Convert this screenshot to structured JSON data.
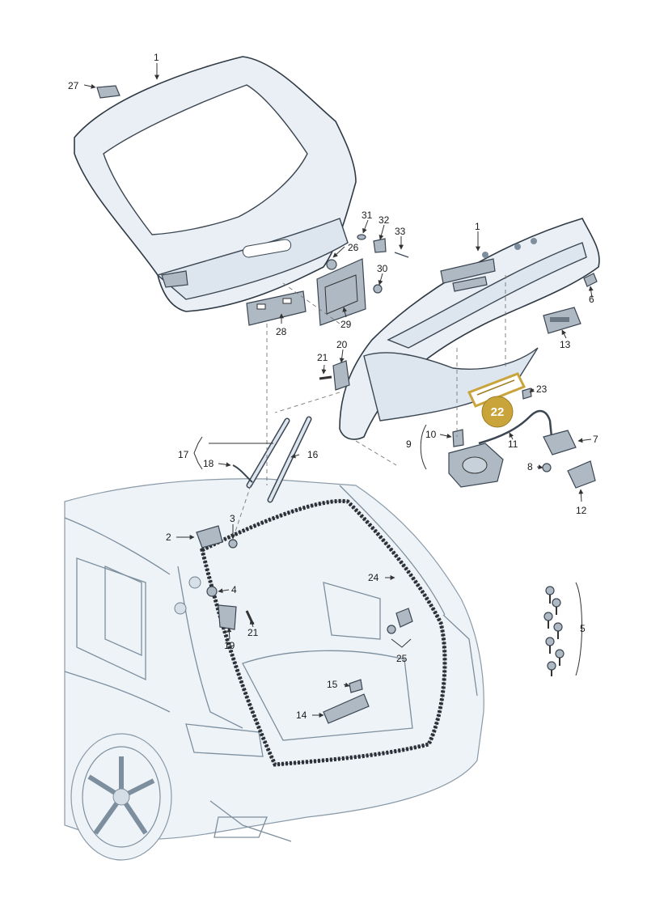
{
  "callouts": {
    "c1a": "1",
    "c1b": "1",
    "c2": "2",
    "c3": "3",
    "c4": "4",
    "c5": "5",
    "c6": "6",
    "c7": "7",
    "c8": "8",
    "c9": "9",
    "c10": "10",
    "c11": "11",
    "c12": "12",
    "c13": "13",
    "c14": "14",
    "c15": "15",
    "c16": "16",
    "c17": "17",
    "c18": "18",
    "c19": "19",
    "c20": "20",
    "c21a": "21",
    "c21b": "21",
    "c22": "22",
    "c23": "23",
    "c24": "24",
    "c25": "25",
    "c26": "26",
    "c27": "27",
    "c28": "28",
    "c29": "29",
    "c30": "30",
    "c31": "31",
    "c32": "32",
    "c33": "33"
  },
  "highlighted_part": "22",
  "colors": {
    "highlight": "#c9a43a",
    "part": "#dde6ee",
    "outline": "#3b4652",
    "vehicle": "#eef3f7"
  },
  "icons": [
    "arrow-icon"
  ]
}
